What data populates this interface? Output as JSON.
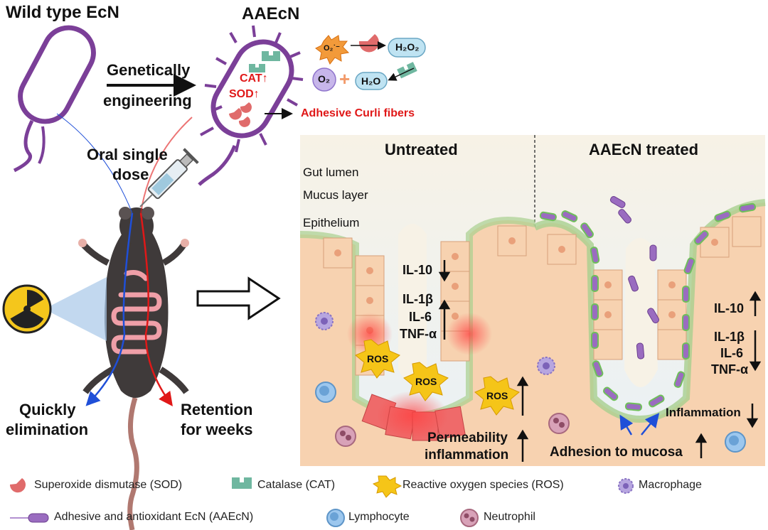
{
  "left": {
    "wild_type": "Wild type EcN",
    "aaecn": "AAEcN",
    "genetically": "Genetically",
    "engineering": "engineering",
    "cat": "CAT↑",
    "sod": "SOD↑",
    "adhesive_curli": "Adhesive Curli fibers",
    "oral_single": "Oral single",
    "dose": "dose",
    "quickly": "Quickly",
    "elimination": "elimination",
    "retention": "Retention",
    "for_weeks": "for weeks"
  },
  "reaction": {
    "o2_radical": "O₂˙⁻",
    "h2o2": "H₂O₂",
    "o2": "O₂",
    "plus": "+",
    "h2o": "H₂O"
  },
  "untreated": {
    "title": "Untreated",
    "gut_lumen": "Gut lumen",
    "mucus_layer": "Mucus layer",
    "epithelium": "Epithelium",
    "il10": "IL-10",
    "il1b": "IL-1β",
    "il6": "IL-6",
    "tnfa": "TNF-α",
    "ros": "ROS",
    "permeability": "Permeability",
    "inflammation": "inflammation"
  },
  "treated": {
    "title": "AAEcN treated",
    "il10": "IL-10",
    "il1b": "IL-1β",
    "il6": "IL-6",
    "tnfa": "TNF-α",
    "inflammation": "Inflammation",
    "adhesion": "Adhesion to mucosa"
  },
  "legend": {
    "sod": "Superoxide dismutase (SOD)",
    "cat": "Catalase (CAT)",
    "ros": "Reactive oxygen species (ROS)",
    "macrophage": "Macrophage",
    "aaecn": "Adhesive and antioxidant EcN (AAEcN)",
    "lymphocyte": "Lymphocyte",
    "neutrophil": "Neutrophil"
  },
  "colors": {
    "bacteria_purple": "#7b3f98",
    "sod_red": "#e06b6b",
    "cat_teal": "#6fb7a0",
    "ros_yellow": "#f5c518",
    "cell_peach": "#f7d2b0",
    "arrow_blue": "#1f4fd8",
    "arrow_red": "#e01818",
    "text_red": "#e01818"
  }
}
